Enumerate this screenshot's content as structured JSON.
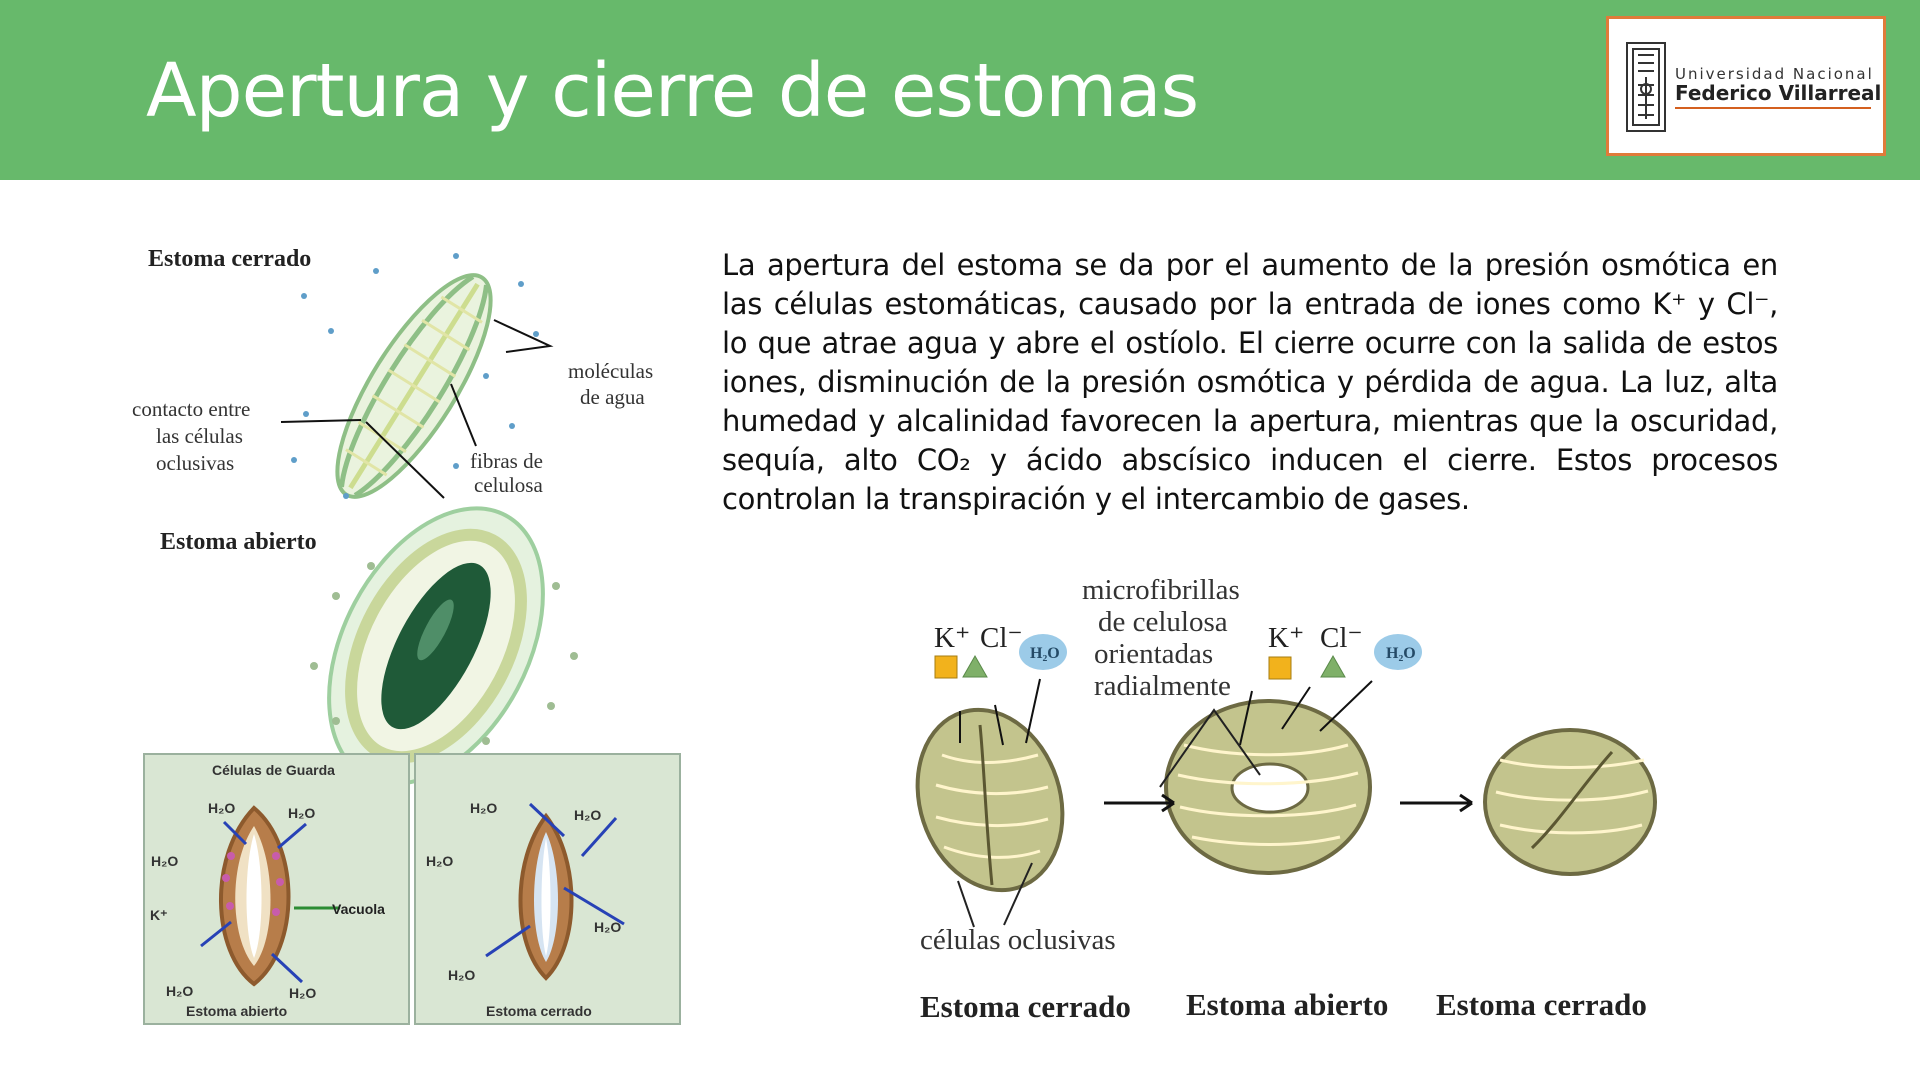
{
  "slide": {
    "title": "Apertura y cierre de estomas"
  },
  "logo": {
    "line1": "Universidad Nacional",
    "line2": "Federico Villarreal"
  },
  "paragraph": "La apertura del estoma se da por el aumento de la presión osmótica en las células estomáticas, causado por la entrada de iones como K⁺ y Cl⁻, lo que atrae agua y abre el ostíolo. El cierre ocurre con la salida de estos iones, disminución de la presión osmótica y pérdida de agua. La luz, alta humedad y alcalinidad favorecen la apertura, mientras que la oscuridad, sequía, alto CO₂ y ácido abscísico inducen el cierre. Estos procesos controlan la transpiración y el intercambio de gases.",
  "left_figure": {
    "closed_title": "Estoma cerrado",
    "contact_label_1": "contacto entre",
    "contact_label_2": "las células",
    "contact_label_3": "oclusivas",
    "water_label_1": "moléculas",
    "water_label_2": "de agua",
    "fibers_label_1": "fibras de",
    "fibers_label_2": "celulosa",
    "open_title": "Estoma abierto",
    "guard_cells_label": "Células de Guarda",
    "vacuole_label": "Vacuola",
    "open_caption": "Estoma abierto",
    "closed_caption": "Estoma cerrado",
    "h2o": "H₂O",
    "k_plus": "K⁺"
  },
  "right_figure": {
    "k_ion": "K⁺",
    "cl_ion": "Cl⁻",
    "water": "H₂O",
    "microfibril_1": "microfibrillas",
    "microfibril_2": "de celulosa",
    "microfibril_3": "orientadas",
    "microfibril_4": "radialmente",
    "guard_cells": "células oclusivas",
    "stage_1": "Estoma cerrado",
    "stage_2": "Estoma abierto",
    "stage_3": "Estoma cerrado"
  },
  "colors": {
    "header": "#67b96b",
    "logo_border": "#e07b3a",
    "potassium": "#f2b21c",
    "chloride": "#7fb069",
    "water": "#9ccbe8",
    "guard_cell_fill": "#b7c27d",
    "dark_pore": "#1f5a38"
  }
}
